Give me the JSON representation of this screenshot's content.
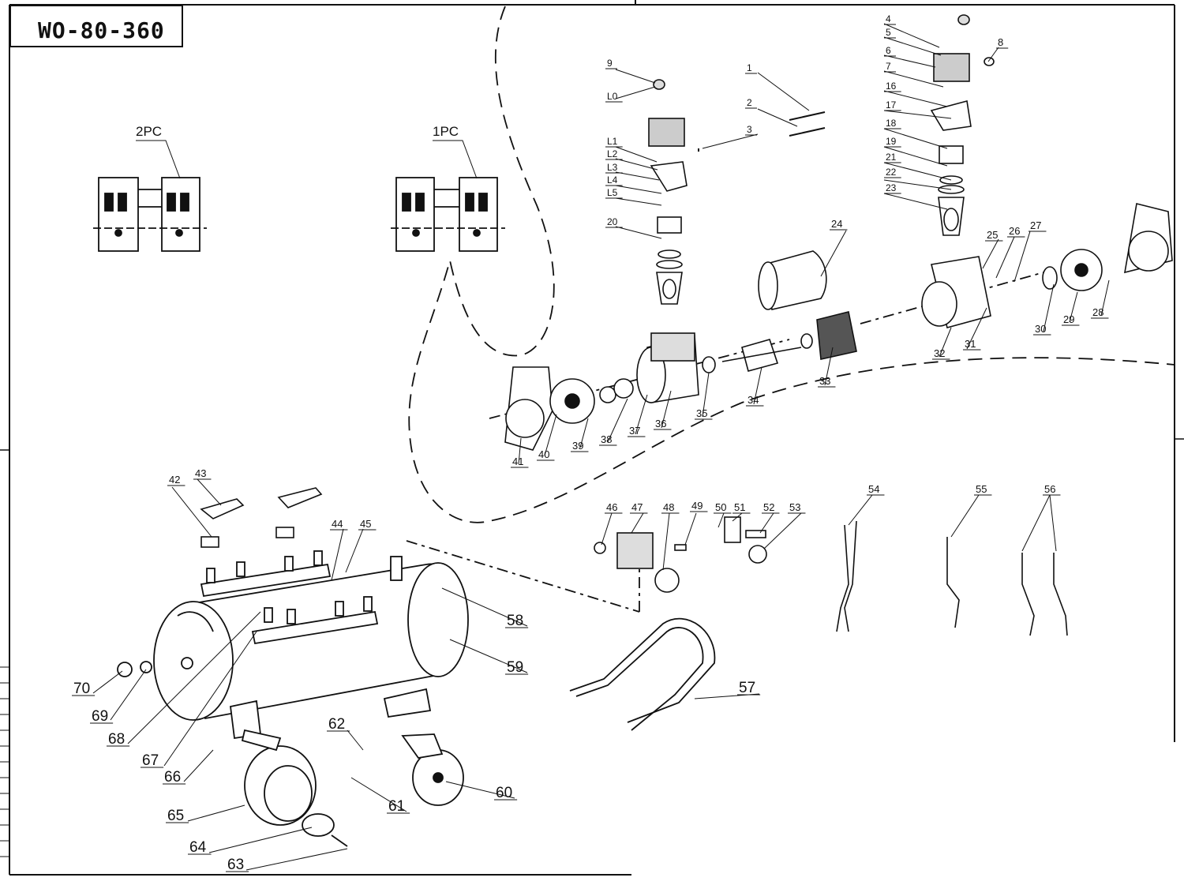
{
  "title": "WO-80-360",
  "subassemblies": {
    "two_pc": "2PC",
    "one_pc": "1PC"
  },
  "callouts": [
    "1",
    "2",
    "3",
    "4",
    "5",
    "6",
    "7",
    "8",
    "9",
    "L0",
    "L1",
    "L2",
    "L3",
    "L4",
    "L5",
    "16",
    "17",
    "18",
    "19",
    "20",
    "21",
    "22",
    "23",
    "24",
    "25",
    "26",
    "27",
    "28",
    "29",
    "30",
    "31",
    "32",
    "33",
    "34",
    "35",
    "36",
    "37",
    "38",
    "39",
    "40",
    "41",
    "42",
    "43",
    "44",
    "45",
    "46",
    "47",
    "48",
    "49",
    "50",
    "51",
    "52",
    "53",
    "54",
    "55",
    "56",
    "57",
    "58",
    "59",
    "60",
    "61",
    "62",
    "63",
    "64",
    "65",
    "66",
    "67",
    "68",
    "69",
    "70"
  ],
  "colors": {
    "line": "#111111",
    "fill": "#ffffff",
    "shade": "#d9d9d9"
  }
}
